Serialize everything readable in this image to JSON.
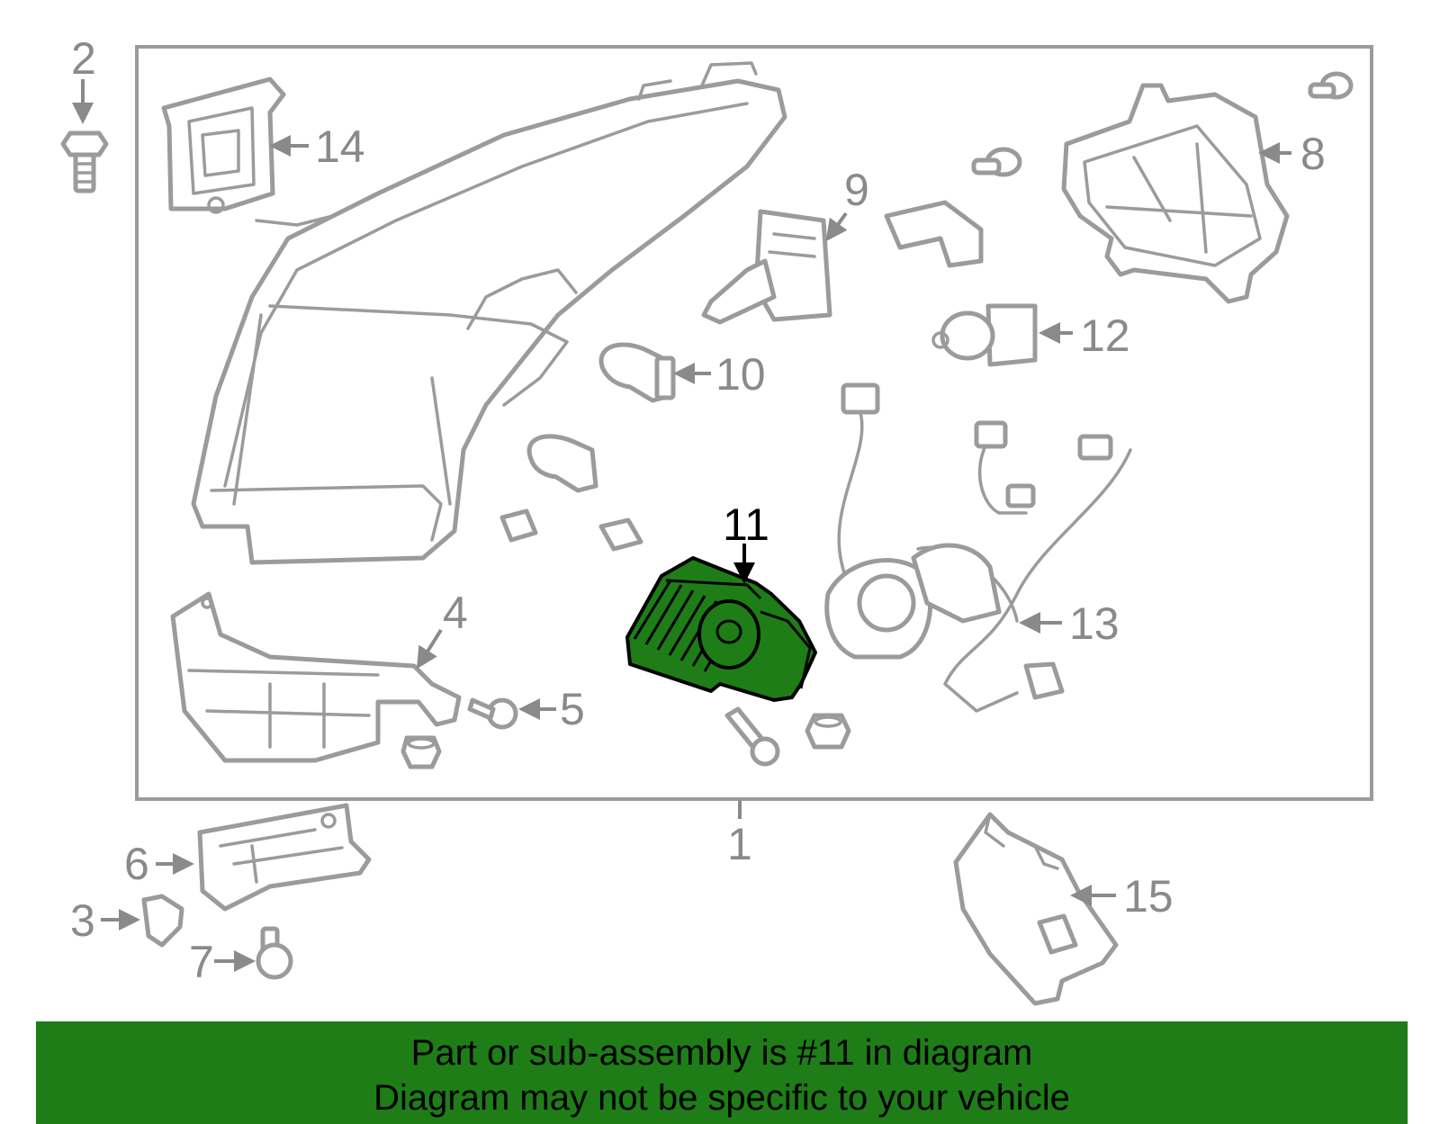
{
  "diagram": {
    "highlight_color": "#1e7d17",
    "highlighted_part": "11",
    "callouts": {
      "c1": "1",
      "c2": "2",
      "c3": "3",
      "c4": "4",
      "c5": "5",
      "c6": "6",
      "c7": "7",
      "c8": "8",
      "c9": "9",
      "c10": "10",
      "c11": "11",
      "c12": "12",
      "c13": "13",
      "c14": "14",
      "c15": "15"
    }
  },
  "banner": {
    "line1": "Part or sub-assembly is #11 in diagram",
    "line2": "Diagram may not be specific to your vehicle"
  }
}
